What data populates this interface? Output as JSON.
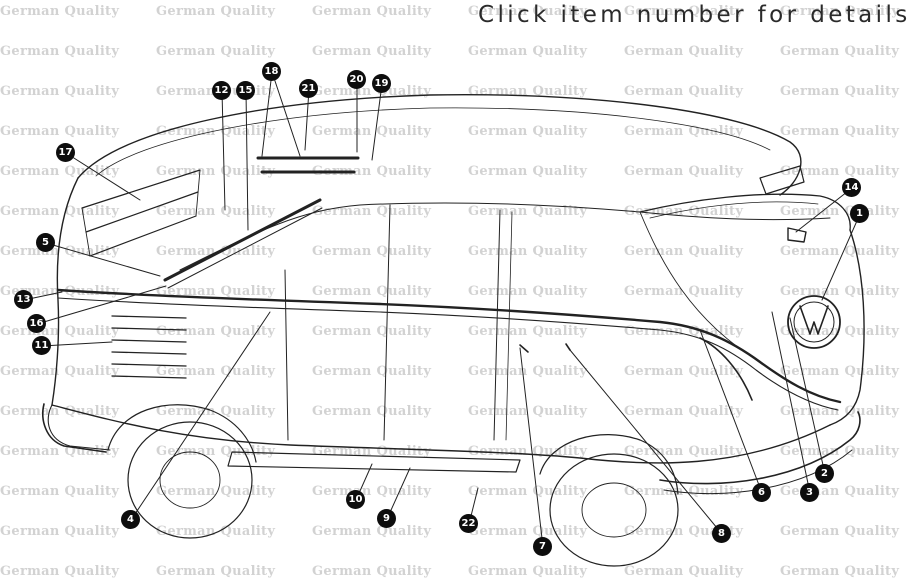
{
  "instruction": "Click item number for details",
  "watermark_text": "German Quality",
  "callouts": [
    {
      "label": "18",
      "target": "item-18"
    },
    {
      "label": "21",
      "target": "item-21"
    },
    {
      "label": "20",
      "target": "item-20"
    },
    {
      "label": "19",
      "target": "item-19"
    },
    {
      "label": "12",
      "target": "item-12"
    },
    {
      "label": "15",
      "target": "item-15"
    },
    {
      "label": "17",
      "target": "item-17"
    },
    {
      "label": "5",
      "target": "item-5"
    },
    {
      "label": "13",
      "target": "item-13"
    },
    {
      "label": "16",
      "target": "item-16"
    },
    {
      "label": "11",
      "target": "item-11"
    },
    {
      "label": "14",
      "target": "item-14"
    },
    {
      "label": "1",
      "target": "item-1"
    },
    {
      "label": "2",
      "target": "item-2"
    },
    {
      "label": "6",
      "target": "item-6"
    },
    {
      "label": "3",
      "target": "item-3"
    },
    {
      "label": "4",
      "target": "item-4"
    },
    {
      "label": "10",
      "target": "item-10"
    },
    {
      "label": "9",
      "target": "item-9"
    },
    {
      "label": "22",
      "target": "item-22"
    },
    {
      "label": "7",
      "target": "item-7"
    },
    {
      "label": "8",
      "target": "item-8"
    }
  ]
}
